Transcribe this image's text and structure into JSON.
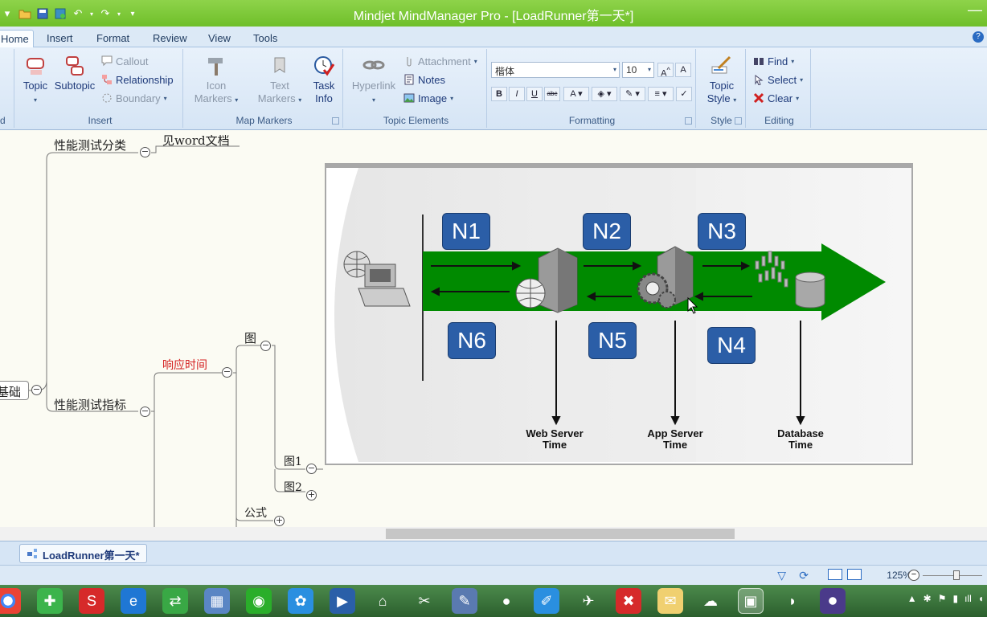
{
  "window": {
    "title": "Mindjet MindManager Pro - [LoadRunner第一天*]"
  },
  "tabs": [
    {
      "label": "Home",
      "active": true
    },
    {
      "label": "Insert",
      "active": false
    },
    {
      "label": "Format",
      "active": false
    },
    {
      "label": "Review",
      "active": false
    },
    {
      "label": "View",
      "active": false
    },
    {
      "label": "Tools",
      "active": false
    }
  ],
  "ribbon": {
    "groups": {
      "clipboard_tail": "d",
      "insert": "Insert",
      "map_markers": "Map Markers",
      "topic_elements": "Topic Elements",
      "formatting": "Formatting",
      "style": "Style",
      "editing": "Editing"
    },
    "insert": {
      "topic": "Topic",
      "subtopic": "Subtopic",
      "callout": "Callout",
      "relationship": "Relationship",
      "boundary": "Boundary"
    },
    "map_markers": {
      "icon_markers_1": "Icon",
      "icon_markers_2": "Markers",
      "text_markers_1": "Text",
      "text_markers_2": "Markers",
      "task_info_1": "Task",
      "task_info_2": "Info"
    },
    "topic_elements": {
      "hyperlink": "Hyperlink",
      "attachment": "Attachment",
      "notes": "Notes",
      "image": "Image"
    },
    "formatting": {
      "font": "楷体",
      "size": "10",
      "bold": "B",
      "italic": "I",
      "underline": "U",
      "strike": "abc",
      "fontcolor": "A"
    },
    "style": {
      "topic_style_1": "Topic",
      "topic_style_2": "Style"
    },
    "editing": {
      "find": "Find",
      "select": "Select",
      "clear": "Clear"
    }
  },
  "map": {
    "root_partial": "基础",
    "topics": {
      "perf_category": "性能测试分类",
      "see_word": "见word文档",
      "perf_metrics": "性能测试指标",
      "response_time": "响应时间",
      "fig": "图",
      "fig1": "图1",
      "fig2": "图2",
      "formula": "公式"
    }
  },
  "diagram": {
    "nodes": [
      "N1",
      "N2",
      "N3",
      "N4",
      "N5",
      "N6"
    ],
    "labels": {
      "web": [
        "Web Server",
        "Time"
      ],
      "app": [
        "App Server",
        "Time"
      ],
      "db": [
        "Database",
        "Time"
      ]
    },
    "colors": {
      "arrow": "#008a00",
      "node": "#2b5ea7"
    }
  },
  "doc_tab": {
    "label": "LoadRunner第一天*"
  },
  "status": {
    "zoom": "125%"
  }
}
